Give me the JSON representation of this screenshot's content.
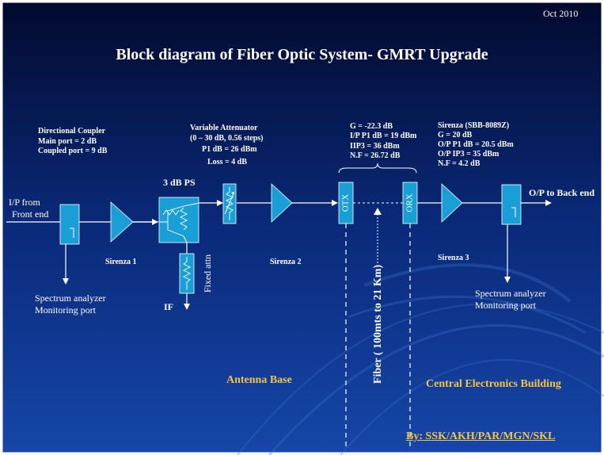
{
  "date": "Oct 2010",
  "title": "Block diagram of Fiber Optic System- GMRT Upgrade",
  "input_label": [
    "I/P from",
    "Front end"
  ],
  "output_label": "O/P to Back end",
  "coupler_left": {
    "title": "Directional Coupler",
    "lines": [
      "Main port = 2 dB",
      "Coupled port = 9 dB"
    ]
  },
  "monitor_left": [
    "Spectrum analyzer",
    "Monitoring port"
  ],
  "monitor_right": [
    "Spectrum analyzer",
    "Monitoring port"
  ],
  "power_splitter": "3 dB PS",
  "if_label": "IF",
  "fixed_attn": "Fixed attn",
  "amp1": "Sirenza 1",
  "amp2": "Sirenza 2",
  "amp3": "Sirenza 3",
  "attenuator": {
    "title": "Variable Attenuator",
    "lines": [
      "(0 – 30 dB, 0.56 steps)",
      "P1 dB = 26 dBm",
      "Loss = 4 dB"
    ]
  },
  "link_specs": [
    "G = -22.3 dB",
    "I/P P1 dB = 19 dBm",
    "IIP3 = 36 dBm",
    "N.F = 26.72 dB"
  ],
  "amp3_specs": {
    "title": "Sirenza (SBB-8089Z)",
    "lines": [
      "G = 20 dB",
      "O/P  P1 dB = 20.5 dBm",
      "O/P  IP3 = 35 dBm",
      "N.F = 4.2 dB"
    ]
  },
  "otx": "OTX",
  "orx": "ORX",
  "fiber": "Fiber ( 100mts to 21 Km)",
  "antenna_base": "Antenna Base",
  "ceb": "Central Electronics Building",
  "credits": "By: SSK/AKH/PAR/MGN/SKL",
  "colors": {
    "bg_top": "#020a2e",
    "bg_bottom": "#1646a8",
    "component": "#1a9ed6",
    "accent": "#f5c342"
  }
}
